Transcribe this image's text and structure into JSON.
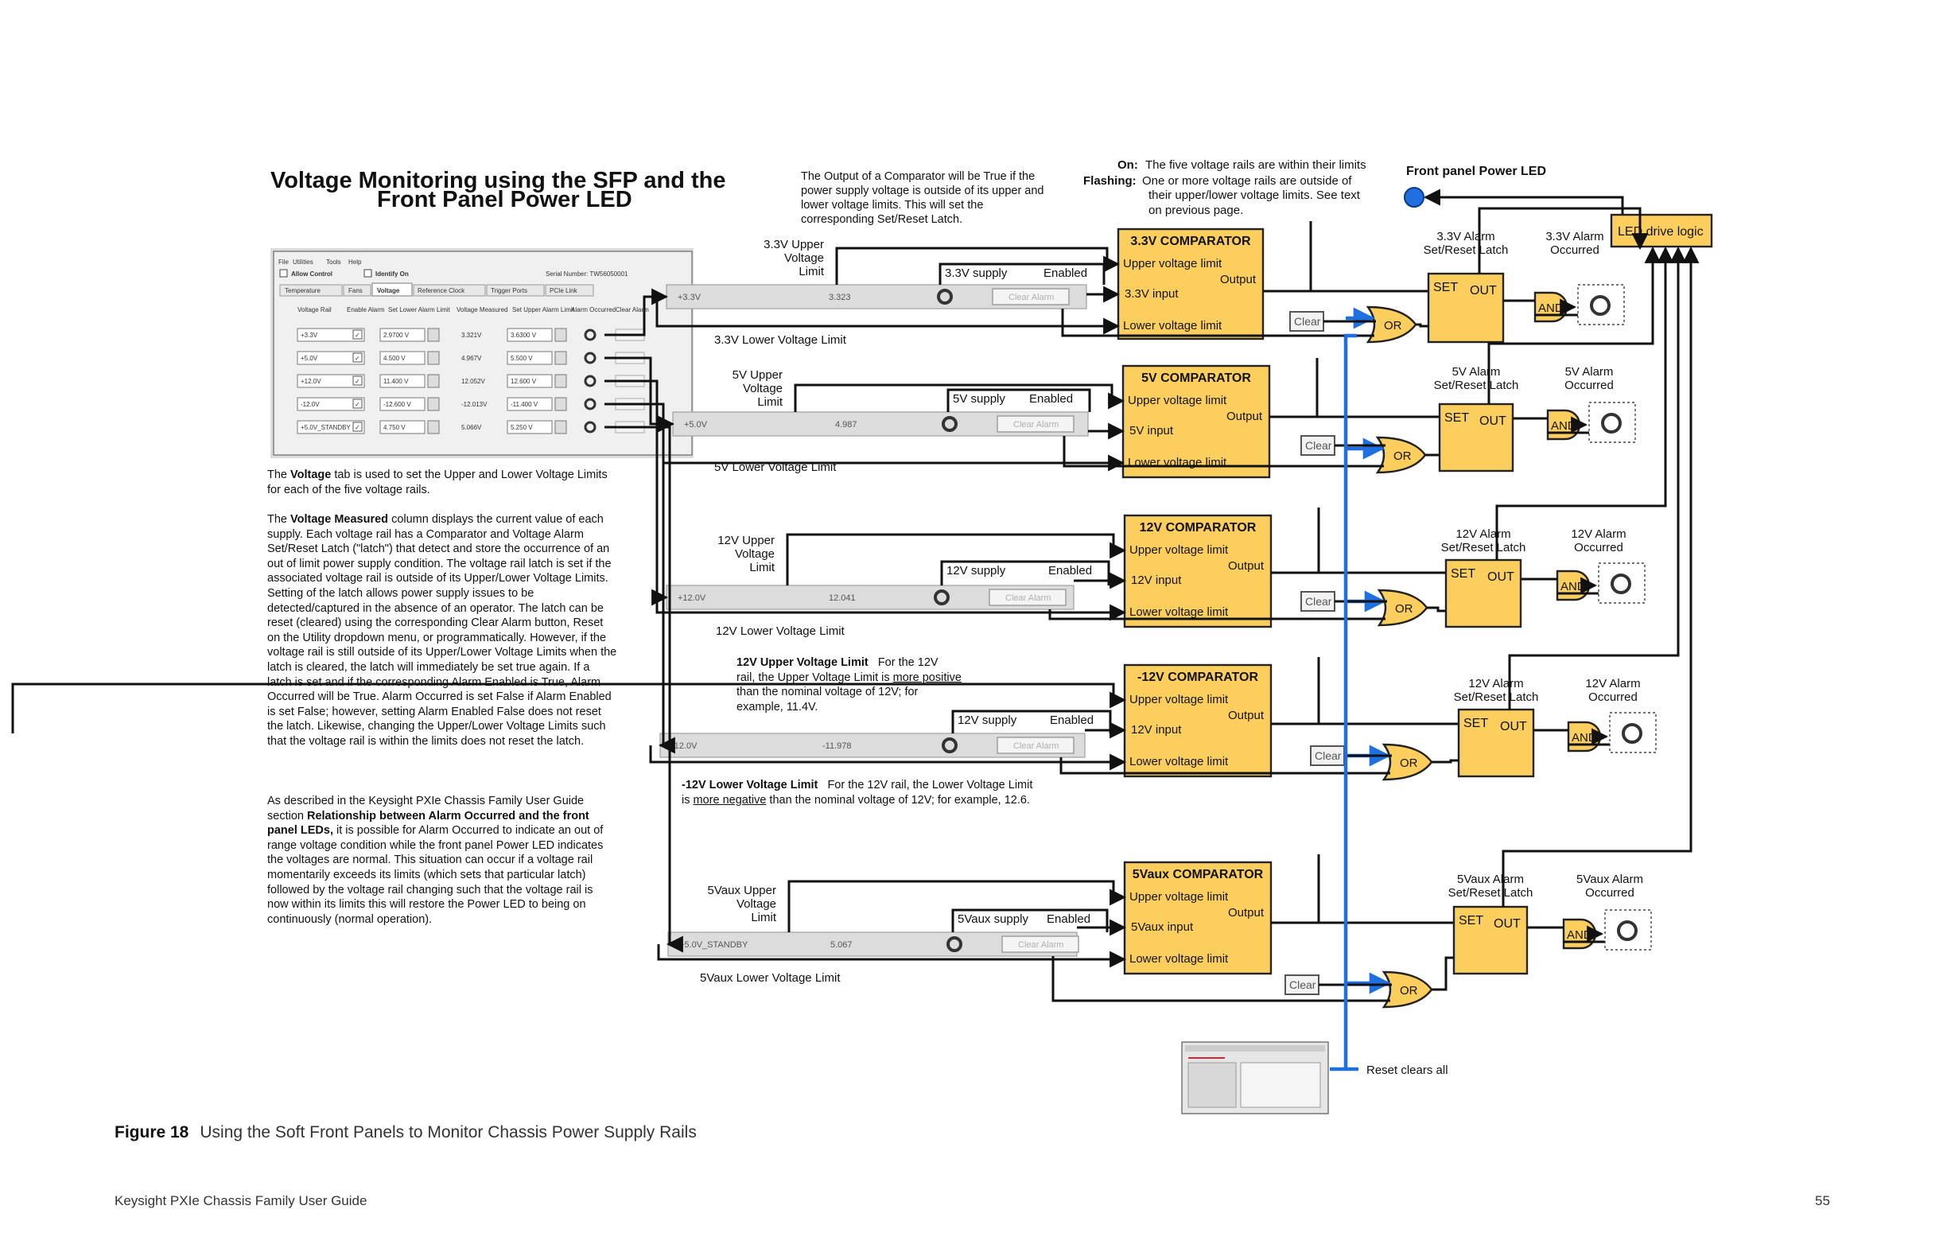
{
  "title": {
    "line1": "Voltage Monitoring using the SFP and the",
    "line2": "Front Panel Power LED"
  },
  "top_note": [
    "The Output of a Comparator will be True if the",
    "power supply voltage is outside of its upper and",
    "lower voltage limits. This will set the",
    "corresponding Set/Reset Latch."
  ],
  "led_legend": {
    "on_label": "On:",
    "on_text": "The five voltage rails are within their limits",
    "flash_label": "Flashing:",
    "flash_lines": [
      "One or more voltage rails are outside of",
      "their upper/lower voltage limits. See text",
      "on previous page."
    ]
  },
  "front_led": {
    "label": "Front panel Power LED",
    "color": "#1f6fe0"
  },
  "led_logic": "LED drive logic",
  "common": {
    "upper_limit": "Upper voltage limit",
    "lower_limit": "Lower voltage limit",
    "output": "Output",
    "set": "SET",
    "out": "OUT",
    "and": "AND",
    "or": "OR",
    "clear": "Clear",
    "enabled": "Enabled",
    "clear_alarm": "Clear Alarm"
  },
  "rails": [
    {
      "comparator": "3.3V COMPARATOR",
      "input": "3.3V input",
      "supply": "3.3V supply",
      "upper": [
        "3.3V Upper",
        "Voltage",
        "Limit"
      ],
      "lower": "3.3V Lower Voltage Limit",
      "latch": [
        "3.3V Alarm",
        "Set/Reset Latch"
      ],
      "occurred": [
        "3.3V Alarm",
        "Occurred"
      ],
      "bar_label": "+3.3V",
      "bar_value": "3.323"
    },
    {
      "comparator": "5V COMPARATOR",
      "input": "5V input",
      "supply": "5V supply",
      "upper": [
        "5V Upper",
        "Voltage",
        "Limit"
      ],
      "lower": "5V Lower Voltage Limit",
      "latch": [
        "5V Alarm",
        "Set/Reset Latch"
      ],
      "occurred": [
        "5V Alarm",
        "Occurred"
      ],
      "bar_label": "+5.0V",
      "bar_value": "4.987"
    },
    {
      "comparator": "12V COMPARATOR",
      "input": "12V input",
      "supply": "12V supply",
      "upper": [
        "12V Upper",
        "Voltage",
        "Limit"
      ],
      "lower": "12V Lower Voltage Limit",
      "latch": [
        "12V Alarm",
        "Set/Reset Latch"
      ],
      "occurred": [
        "12V Alarm",
        "Occurred"
      ],
      "bar_label": "+12.0V",
      "bar_value": "12.041"
    },
    {
      "comparator": "-12V COMPARATOR",
      "input": "12V input",
      "supply": "12V supply",
      "upper": [],
      "lower": "",
      "latch": [
        "12V Alarm",
        "Set/Reset Latch"
      ],
      "occurred": [
        "12V Alarm",
        "Occurred"
      ],
      "bar_label": "-12.0V",
      "bar_value": "-11.978"
    },
    {
      "comparator": "5Vaux COMPARATOR",
      "input": "5Vaux input",
      "supply": "5Vaux supply",
      "upper": [
        "5Vaux Upper",
        "Voltage",
        "Limit"
      ],
      "lower": "5Vaux Lower Voltage Limit",
      "latch": [
        "5Vaux Alarm",
        "Set/Reset Latch"
      ],
      "occurred": [
        "5Vaux Alarm",
        "Occurred"
      ],
      "bar_label": "+5.0V_STANDBY",
      "bar_value": "5.067"
    }
  ],
  "upper12_note": {
    "bold": "12V Upper Voltage Limit",
    "l1": "For the  12V",
    "l2a": "rail, the Upper Voltage Limit is ",
    "l2u": "more positive",
    "l3": "than the nominal voltage of  12V; for",
    "l4": "example,  11.4V."
  },
  "lower12_note": {
    "bold": "-12V Lower Voltage Limit",
    "l1": "For the  12V rail, the Lower Voltage Limit",
    "l2a": "is ",
    "l2u": "more negative",
    "l2b": " than the nominal voltage of  12V; for example,  12.6."
  },
  "reset_clears": "Reset clears all",
  "sfp": {
    "menu": [
      "File",
      "Utilities",
      "Tools",
      "Help"
    ],
    "allow_control": "Allow Control",
    "identify": "Identify On",
    "serial": "Serial Number: TW56050001",
    "tabs": [
      "Temperature",
      "Fans",
      "Voltage",
      "Reference Clock",
      "Trigger Ports",
      "PCIe Link"
    ],
    "headers": [
      "Voltage Rail",
      "Enable Alarm",
      "Set Lower Alarm Limit",
      "Voltage Measured",
      "Set Upper Alarm Limit",
      "Alarm Occurred",
      "Clear Alarm"
    ],
    "rows": [
      {
        "rail": "+3.3V",
        "lower": "2.9700 V",
        "measured": "3.321V",
        "upper": "3.6300 V"
      },
      {
        "rail": "+5.0V",
        "lower": "4.500 V",
        "measured": "4.967V",
        "upper": "5.500 V"
      },
      {
        "rail": "+12.0V",
        "lower": "11.400 V",
        "measured": "12.052V",
        "upper": "12.600 V"
      },
      {
        "rail": "-12.0V",
        "lower": "-12.600 V",
        "measured": "-12.013V",
        "upper": "-11.400 V"
      },
      {
        "rail": "+5.0V_STANDBY",
        "lower": "4.750 V",
        "measured": "5.066V",
        "upper": "5.250 V"
      }
    ]
  },
  "body_text": {
    "p1": [
      "The ",
      "Voltage",
      " tab is used to set the Upper and Lower Voltage Limits for each of the five voltage rails."
    ],
    "p2": [
      "The ",
      "Voltage Measured",
      " column displays the current value of each supply. Each voltage rail has a Comparator and Voltage Alarm Set/Reset Latch (\"latch\") that detect and store the occurrence of an out  of  limit power supply condition. The voltage rail latch is set if the associated voltage rail is outside of its Upper/Lower Voltage Limits. Setting of the latch allows power supply issues to be detected/captured in the absence of an operator. The latch can be reset (cleared) using the corresponding Clear Alarm button, Reset on the Utility dropdown menu, or programmatically. However, if the voltage rail is still outside of its Upper/Lower Voltage Limits when the latch is cleared, the latch will immediately be set true again. If a latch is set and if the corresponding Alarm Enabled is True, Alarm Occurred will be True. Alarm Occurred is set False if Alarm Enabled is set False; however, setting Alarm Enabled False does not reset the latch. Likewise, changing the Upper/Lower Voltage Limits such that the voltage rail is within the limits does not reset the latch."
    ],
    "p3": [
      "As described in the Keysight PXIe Chassis Family User Guide section ",
      "Relationship between Alarm Occurred and the front panel LEDs,",
      " it is possible for Alarm Occurred to indicate an out  of  range voltage condition while the front panel  Power LED indicates the voltages are normal. This situation can occur if a voltage rail momentarily exceeds its limits (which  sets that particular latch) followed by the voltage rail changing such that the voltage rail is now within its limits     this will restore the Power LED to being on continuously (normal operation)."
    ]
  },
  "caption": {
    "number": "Figure 18",
    "text": "Using the Soft Front Panels to Monitor Chassis Power Supply Rails"
  },
  "footer": {
    "left": "Keysight PXIe Chassis Family User Guide",
    "page": "55"
  }
}
